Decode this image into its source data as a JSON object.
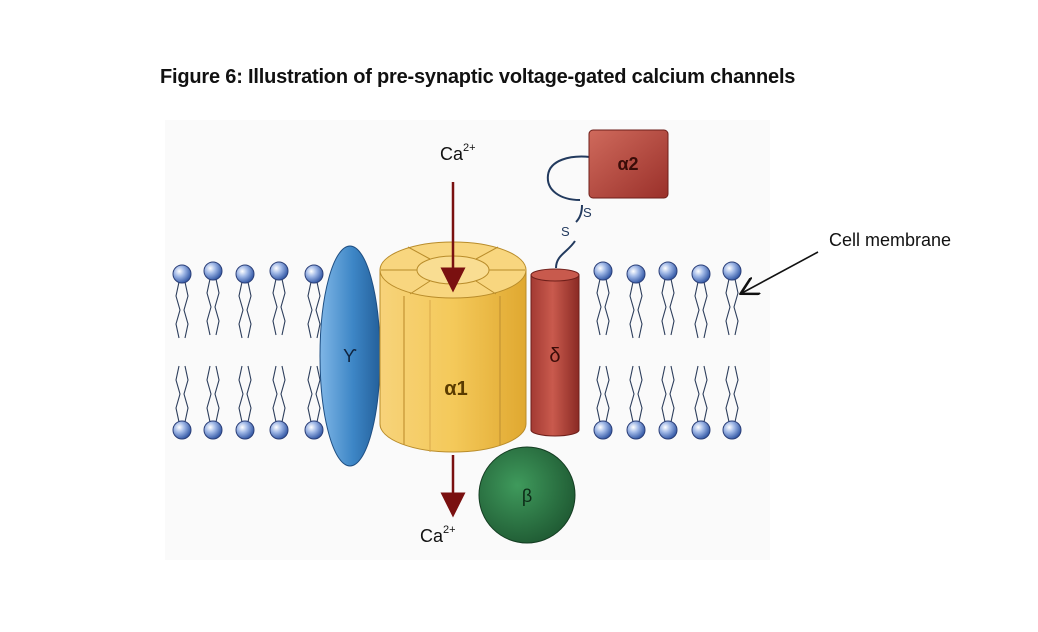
{
  "title": "Figure 6: Illustration of pre-synaptic voltage-gated calcium channels",
  "labels": {
    "ca_top_base": "Ca",
    "ca_top_sup": "2+",
    "ca_bottom_base": "Ca",
    "ca_bottom_sup": "2+",
    "alpha1": "α1",
    "alpha2": "α2",
    "delta": "δ",
    "gamma": "ϒ",
    "beta": "β",
    "disulfide_s1": "S",
    "disulfide_s2": "S",
    "cell_membrane": "Cell membrane"
  },
  "colors": {
    "alpha1": "#f2c24f",
    "alpha2": "#b7423a",
    "delta": "#b7423a",
    "gamma": "#3d86c6",
    "beta": "#2e7a47",
    "lipid_head": "#4a6fbf",
    "arrow": "#7a1010",
    "background_panel": "#f6f6f6"
  }
}
